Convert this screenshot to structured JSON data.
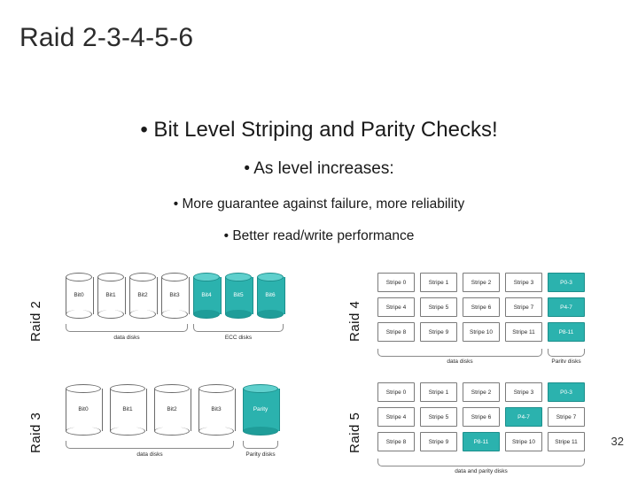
{
  "slide": {
    "title": "Raid 2-3-4-5-6",
    "page_number": "32",
    "bullets": {
      "level1": "• Bit Level Striping and Parity Checks!",
      "level2": "• As level increases:",
      "level3a": "• More guarantee against failure, more reliability",
      "level3b": "• Better read/write performance"
    }
  },
  "diagrams": {
    "raid2": {
      "label": "Raid 2",
      "disks": [
        "Bit0",
        "Bit1",
        "Bit2",
        "Bit3",
        "Bit4",
        "Bit5",
        "Bit6"
      ],
      "teal_from_index": 4,
      "caption_left": "data disks",
      "caption_right": "ECC disks"
    },
    "raid3": {
      "label": "Raid 3",
      "disks": [
        "Bit0",
        "Bit1",
        "Bit2",
        "Bit3",
        "Parity"
      ],
      "teal_from_index": 4,
      "caption_left": "data disks",
      "caption_right": "Parity disks"
    },
    "raid4": {
      "label": "Raid 4",
      "columns": 5,
      "rows": [
        [
          "Stripe 0",
          "Stripe 1",
          "Stripe 2",
          "Stripe 3",
          "P0-3"
        ],
        [
          "Stripe 4",
          "Stripe 5",
          "Stripe 6",
          "Stripe 7",
          "P4-7"
        ],
        [
          "Stripe 8",
          "Stripe 9",
          "Stripe 10",
          "Stripe 11",
          "P8-11"
        ]
      ],
      "parity_column_index": 4,
      "caption_left": "data disks",
      "caption_right": "Parity disks"
    },
    "raid5": {
      "label": "Raid 5",
      "columns": 5,
      "rows": [
        [
          "Stripe 0",
          "Stripe 1",
          "Stripe 2",
          "Stripe 3",
          "P0-3"
        ],
        [
          "Stripe 4",
          "Stripe 5",
          "Stripe 6",
          "P4-7",
          "Stripe 7"
        ],
        [
          "Stripe 8",
          "Stripe 9",
          "P8-11",
          "Stripe 10",
          "Stripe 11"
        ]
      ],
      "parity_cells": [
        [
          0,
          4
        ],
        [
          1,
          3
        ],
        [
          2,
          2
        ]
      ],
      "caption": "data and parity disks"
    }
  },
  "colors": {
    "teal": "#2bb2ae",
    "teal_top": "#5fd0cd",
    "outline": "#6b6b6b",
    "text": "#1a1a1a"
  }
}
